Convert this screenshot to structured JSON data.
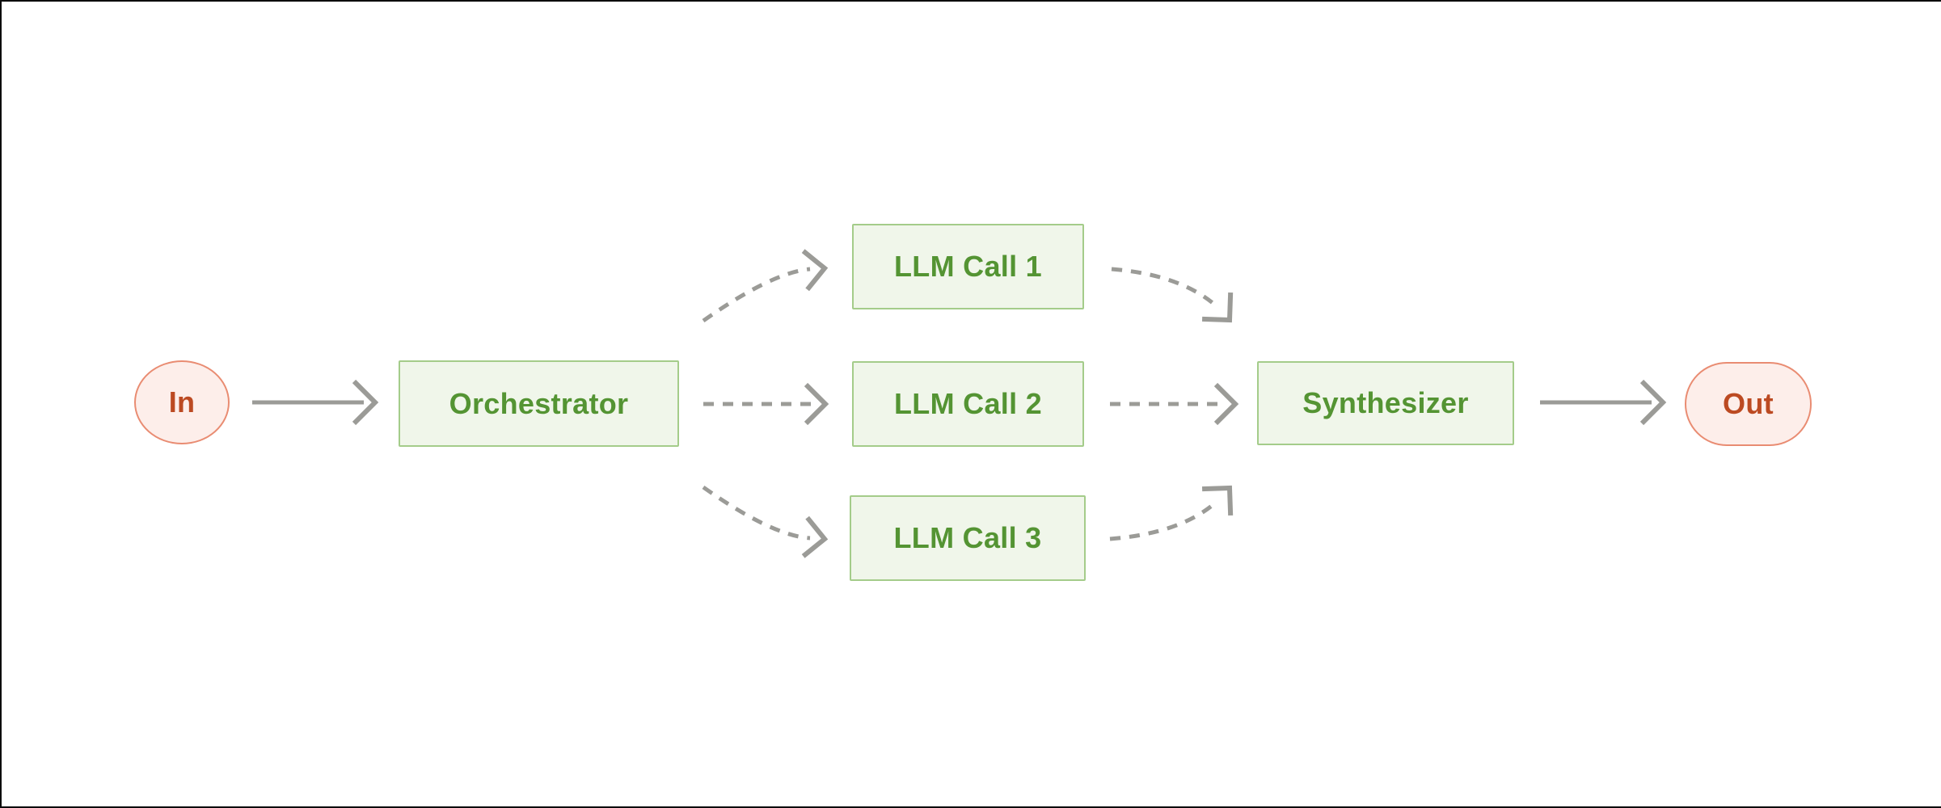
{
  "diagram": {
    "nodes": {
      "in": {
        "label": "In",
        "kind": "terminal"
      },
      "orchestrator": {
        "label": "Orchestrator",
        "kind": "process"
      },
      "llm1": {
        "label": "LLM Call 1",
        "kind": "process"
      },
      "llm2": {
        "label": "LLM Call 2",
        "kind": "process"
      },
      "llm3": {
        "label": "LLM Call 3",
        "kind": "process"
      },
      "synthesizer": {
        "label": "Synthesizer",
        "kind": "process"
      },
      "out": {
        "label": "Out",
        "kind": "terminal"
      }
    },
    "edges": [
      {
        "from": "in",
        "to": "orchestrator",
        "style": "solid"
      },
      {
        "from": "orchestrator",
        "to": "llm1",
        "style": "dashed"
      },
      {
        "from": "orchestrator",
        "to": "llm2",
        "style": "dashed"
      },
      {
        "from": "orchestrator",
        "to": "llm3",
        "style": "dashed"
      },
      {
        "from": "llm1",
        "to": "synthesizer",
        "style": "dashed"
      },
      {
        "from": "llm2",
        "to": "synthesizer",
        "style": "dashed"
      },
      {
        "from": "llm3",
        "to": "synthesizer",
        "style": "dashed"
      },
      {
        "from": "synthesizer",
        "to": "out",
        "style": "solid"
      }
    ],
    "colors": {
      "background": "#ffffff",
      "frame": "#0c0c0c",
      "terminal_fill": "#fdeeea",
      "terminal_border": "#e98c72",
      "terminal_text": "#bc4a22",
      "process_fill": "#f0f6ea",
      "process_border": "#a4cc8a",
      "process_text": "#549433",
      "arrow": "#9b9b97"
    }
  }
}
